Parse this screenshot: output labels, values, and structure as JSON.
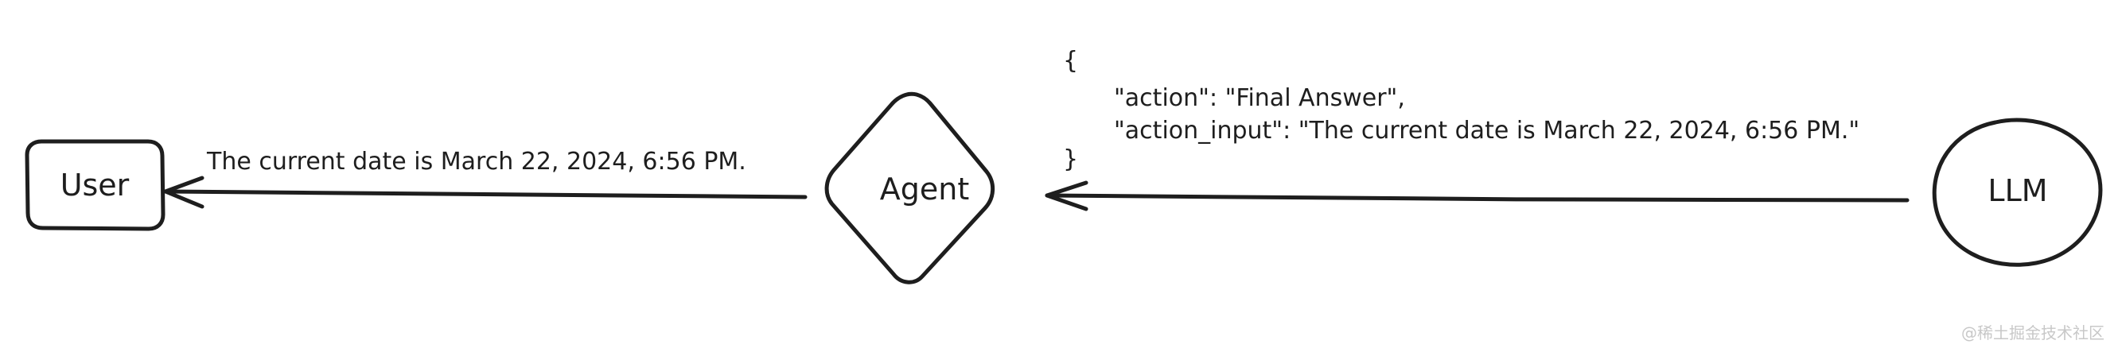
{
  "nodes": {
    "user": {
      "label": "User",
      "shape": "rounded-rectangle"
    },
    "agent": {
      "label": "Agent",
      "shape": "diamond"
    },
    "llm": {
      "label": "LLM",
      "shape": "circle"
    }
  },
  "edges": {
    "agent_to_user": {
      "label": "The current date is March 22, 2024, 6:56 PM."
    },
    "llm_to_agent": {
      "label_lines": [
        "{",
        "\"action\": \"Final Answer\",",
        "\"action_input\": \"The current date is March 22, 2024, 6:56 PM.\"",
        "}"
      ]
    }
  },
  "watermark": "@稀土掘金技术社区",
  "colors": {
    "stroke": "#1e1e1e",
    "background": "#ffffff",
    "watermark": "#c8c8c8"
  }
}
